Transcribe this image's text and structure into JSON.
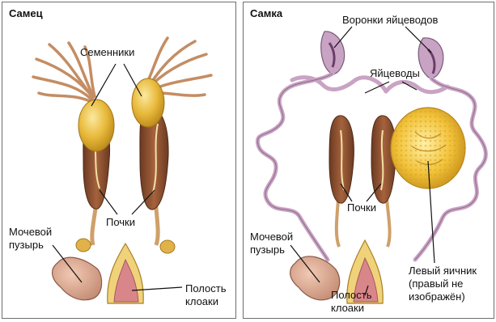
{
  "male": {
    "title": "Самец",
    "labels": {
      "testes": "Семенники",
      "kidneys": "Почки",
      "bladder_line1": "Мочевой",
      "bladder_line2": "пузырь",
      "cloaca_line1": "Полость",
      "cloaca_line2": "клоаки"
    }
  },
  "female": {
    "title": "Самка",
    "labels": {
      "funnels": "Воронки яйцеводов",
      "oviducts": "Яйцеводы",
      "kidneys": "Почки",
      "bladder_line1": "Мочевой",
      "bladder_line2": "пузырь",
      "cloaca_line1": "Полость",
      "cloaca_line2": "клоаки",
      "ovary_line1": "Левый яичник",
      "ovary_line2": "(правый не",
      "ovary_line3": "изображён)"
    }
  }
}
